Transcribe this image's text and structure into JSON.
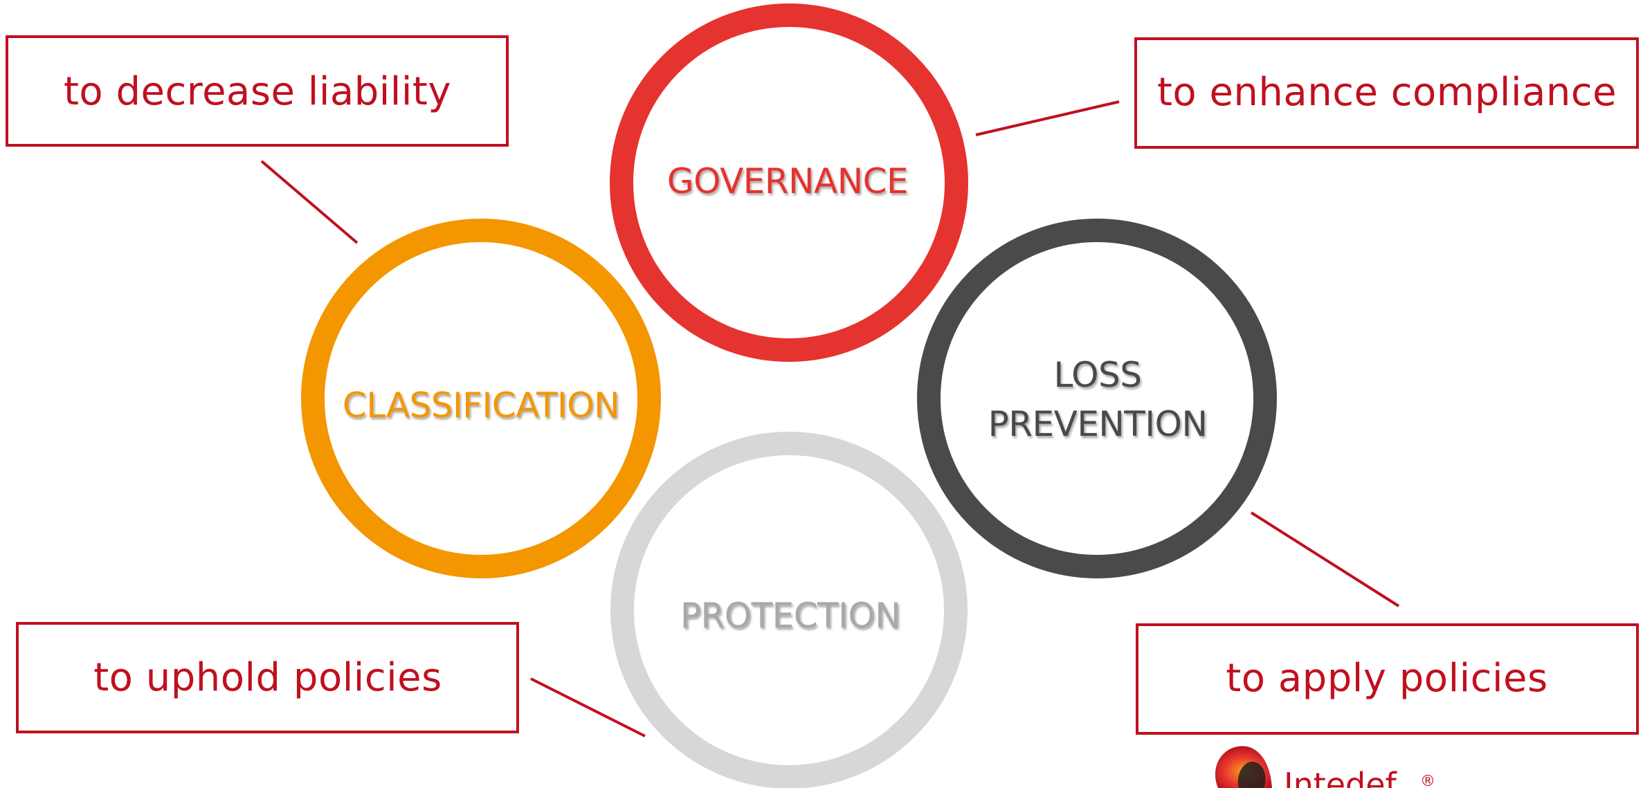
{
  "circles": {
    "governance": {
      "label": "GOVERNANCE",
      "color": "#e5332f"
    },
    "classification": {
      "label": "CLASSIFICATION",
      "color": "#f39600"
    },
    "loss_prevention": {
      "label_line1": "LOSS",
      "label_line2": "PREVENTION",
      "color": "#4a4a4a"
    },
    "protection": {
      "label": "PROTECTION",
      "color": "#d6d7d9",
      "text_color": "#a7a8aa"
    }
  },
  "boxes": {
    "top_left": "to decrease liability",
    "top_right": "to enhance compliance",
    "bottom_left": "to uphold policies",
    "bottom_right": "to apply policies"
  },
  "logo": {
    "text": "Intedef",
    "registered": "®"
  },
  "colors": {
    "box_border": "#c0101f",
    "connector": "#c0101f"
  }
}
